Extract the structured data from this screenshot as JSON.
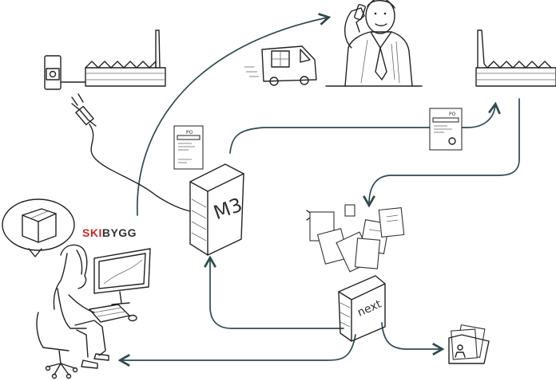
{
  "brand": {
    "name_part1": "SKI",
    "name_part2": "BYGG",
    "color_part1": "#c62828",
    "color_part2": "#333333"
  },
  "erp_label": "M3",
  "server_label": "next",
  "po_label_1": "PO",
  "po_label_2": "PO",
  "colors": {
    "flow": "#2f4a50",
    "ink": "#222222"
  }
}
